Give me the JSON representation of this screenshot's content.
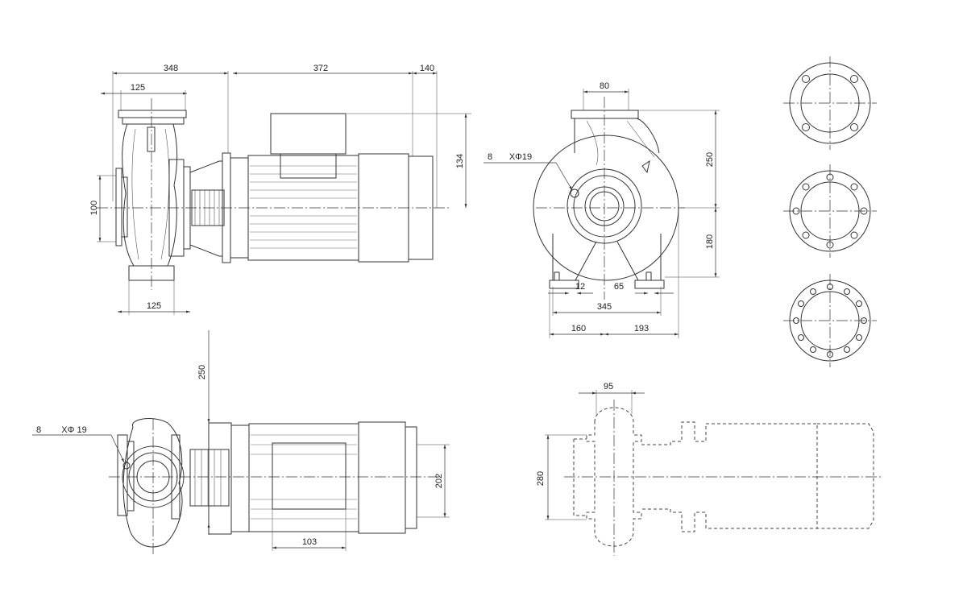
{
  "dimensions": {
    "side_total_pump": "348",
    "side_motor": "372",
    "side_fan": "140",
    "side_flange_width": "125",
    "side_outlet_height": "134",
    "side_inlet_dia": "100",
    "side_foot_width": "125",
    "front_outlet_width": "80",
    "front_hole_count": "8",
    "front_hole_label": "XΦ19",
    "front_outlet_height": "250",
    "front_shaft_height": "180",
    "front_foot_offset": "12",
    "front_foot_slot": "65",
    "front_base_width": "345",
    "front_left": "160",
    "front_right": "193",
    "top_height": "250",
    "top_hole_count": "8",
    "top_hole_label": "XΦ 19",
    "top_motor_width": "202",
    "top_terminal": "103",
    "outline_width": "95",
    "outline_height": "280"
  }
}
